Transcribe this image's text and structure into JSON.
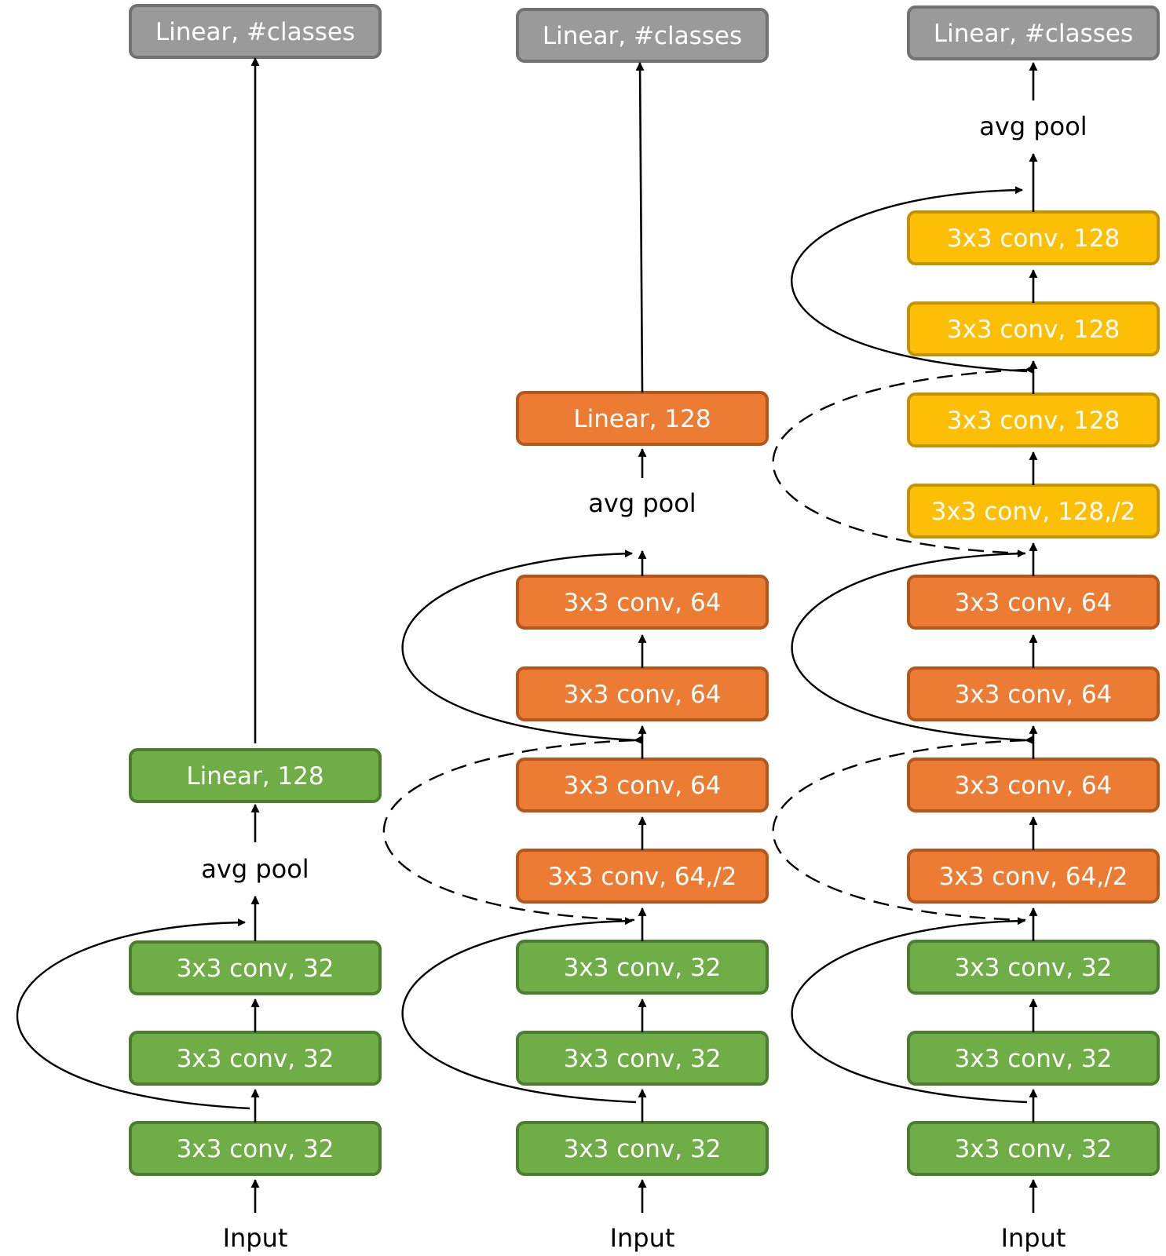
{
  "colors": {
    "gray": {
      "fill": "#9a9a9a",
      "stroke": "#717171"
    },
    "green": {
      "fill": "#6fad47",
      "stroke": "#4b7f2e"
    },
    "orange": {
      "fill": "#ec7b33",
      "stroke": "#b5561a"
    },
    "yellow": {
      "fill": "#fdbf06",
      "stroke": "#c49300"
    }
  },
  "columns": [
    {
      "name": "column-1",
      "boxes": [
        {
          "label": "Linear, #classes",
          "color": "gray"
        },
        {
          "label": "Linear, 128",
          "color": "green"
        },
        {
          "label": "3x3 conv, 32",
          "color": "green"
        },
        {
          "label": "3x3 conv, 32",
          "color": "green"
        },
        {
          "label": "3x3 conv, 32",
          "color": "green"
        }
      ],
      "pool_label": "avg pool",
      "input_label": "Input"
    },
    {
      "name": "column-2",
      "boxes": [
        {
          "label": "Linear, #classes",
          "color": "gray"
        },
        {
          "label": "Linear, 128",
          "color": "orange"
        },
        {
          "label": "3x3 conv, 64",
          "color": "orange"
        },
        {
          "label": "3x3 conv, 64",
          "color": "orange"
        },
        {
          "label": "3x3 conv, 64",
          "color": "orange"
        },
        {
          "label": "3x3 conv, 64,/2",
          "color": "orange"
        },
        {
          "label": "3x3 conv, 32",
          "color": "green"
        },
        {
          "label": "3x3 conv, 32",
          "color": "green"
        },
        {
          "label": "3x3 conv, 32",
          "color": "green"
        }
      ],
      "pool_label": "avg pool",
      "input_label": "Input"
    },
    {
      "name": "column-3",
      "boxes": [
        {
          "label": "Linear, #classes",
          "color": "gray"
        },
        {
          "label": "3x3 conv, 128",
          "color": "yellow"
        },
        {
          "label": "3x3 conv, 128",
          "color": "yellow"
        },
        {
          "label": "3x3 conv, 128",
          "color": "yellow"
        },
        {
          "label": "3x3 conv, 128,/2",
          "color": "yellow"
        },
        {
          "label": "3x3 conv, 64",
          "color": "orange"
        },
        {
          "label": "3x3 conv, 64",
          "color": "orange"
        },
        {
          "label": "3x3 conv, 64",
          "color": "orange"
        },
        {
          "label": "3x3 conv, 64,/2",
          "color": "orange"
        },
        {
          "label": "3x3 conv, 32",
          "color": "green"
        },
        {
          "label": "3x3 conv, 32",
          "color": "green"
        },
        {
          "label": "3x3 conv, 32",
          "color": "green"
        }
      ],
      "pool_label": "avg pool",
      "input_label": "Input"
    }
  ]
}
